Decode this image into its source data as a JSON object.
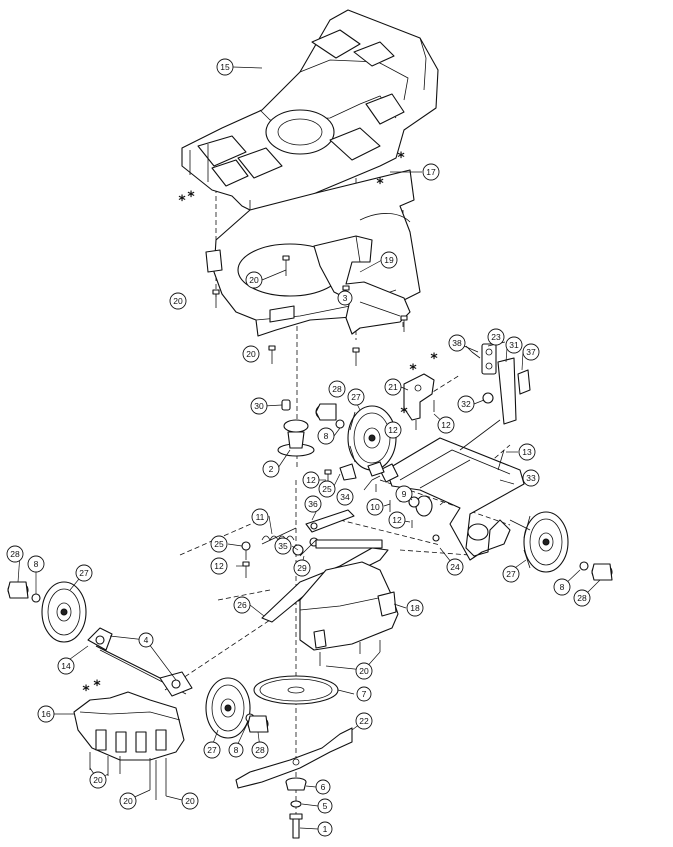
{
  "callouts": [
    "15",
    "17",
    "20",
    "3",
    "19",
    "20",
    "20",
    "38",
    "23",
    "31",
    "37",
    "21",
    "32",
    "12",
    "28",
    "27",
    "30",
    "8",
    "12",
    "13",
    "2",
    "12",
    "25",
    "34",
    "9",
    "10",
    "12",
    "33",
    "36",
    "11",
    "35",
    "25",
    "12",
    "29",
    "24",
    "27",
    "8",
    "28",
    "28",
    "8",
    "27",
    "26",
    "18",
    "4",
    "14",
    "20",
    "7",
    "16",
    "27",
    "8",
    "28",
    "22",
    "20",
    "20",
    "20",
    "6",
    "5",
    "1"
  ],
  "stars": [
    "*",
    "*",
    "*",
    "*",
    "*",
    "*",
    "*",
    "*",
    "*"
  ]
}
